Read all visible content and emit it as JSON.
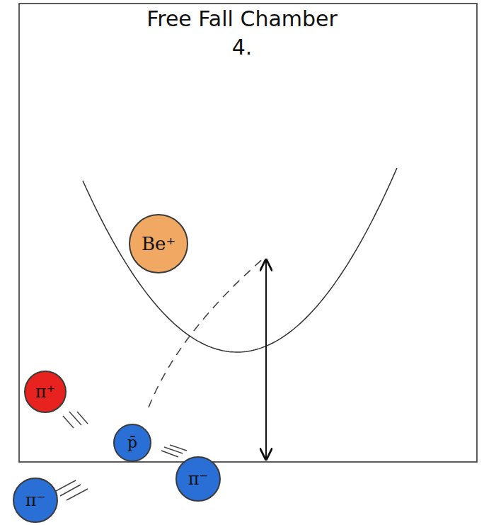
{
  "diagram": {
    "title": "Free Fall Chamber",
    "nodes": [
      {
        "text": [
          "Be⁺"
        ]
      },
      {
        "text": [
          "π⁺"
        ]
      },
      {
        "text": [
          "p̄"
        ]
      },
      {
        "text": [
          "π⁻"
        ]
      },
      {
        "text": [
          "π⁻"
        ]
      }
    ],
    "labels": [
      "4."
    ]
  }
}
